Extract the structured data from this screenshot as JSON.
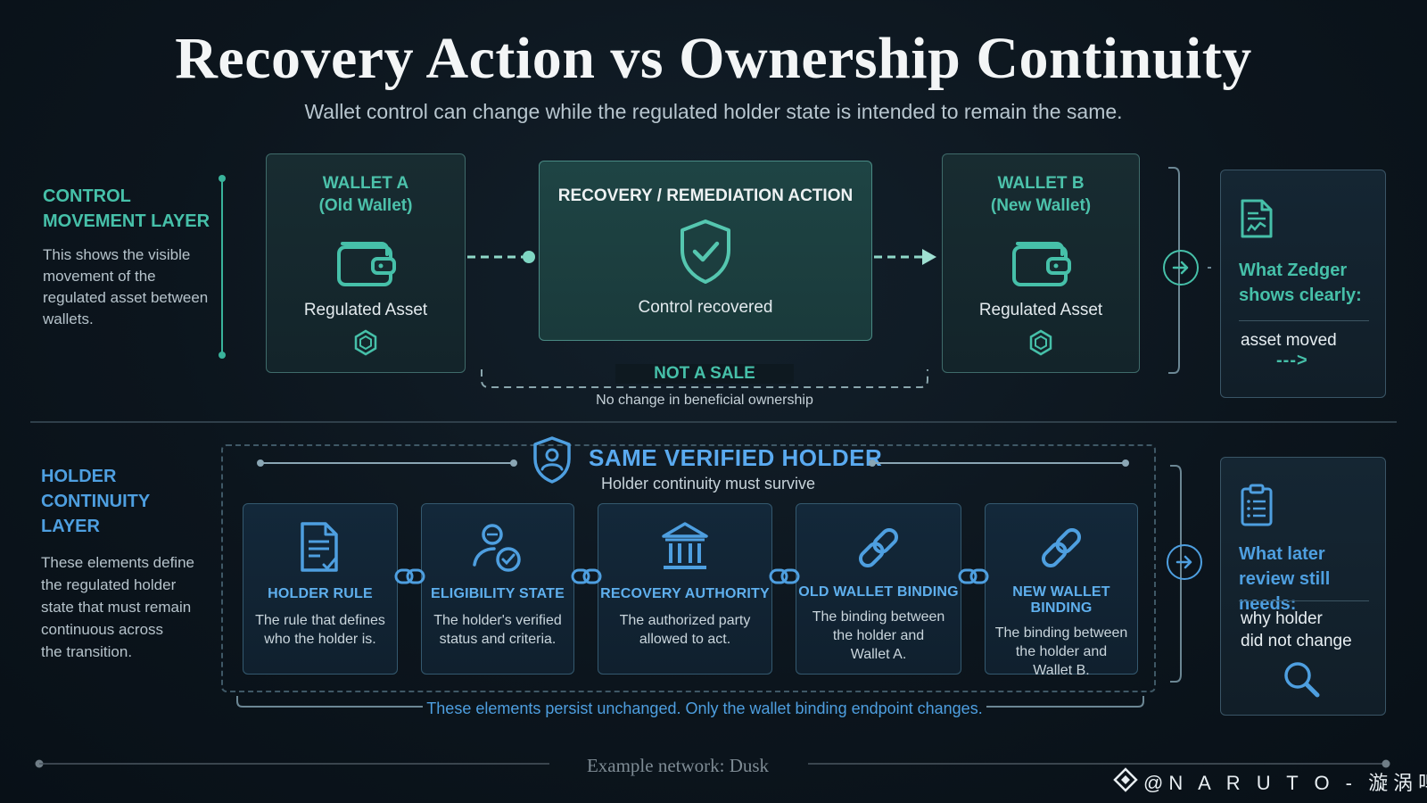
{
  "header": {
    "title": "Recovery Action vs Ownership Continuity",
    "subtitle": "Wallet control can change while the regulated holder state is intended to remain the same."
  },
  "control_layer": {
    "title_line1": "CONTROL",
    "title_line2": "MOVEMENT LAYER",
    "desc_lines": [
      "This shows the visible",
      "movement of the",
      "regulated asset between",
      "wallets."
    ]
  },
  "wallet_a": {
    "title_line1": "WALLET A",
    "title_line2": "(Old Wallet)",
    "label": "Regulated Asset"
  },
  "recovery": {
    "title": "RECOVERY / REMEDIATION ACTION",
    "label": "Control recovered"
  },
  "wallet_b": {
    "title_line1": "WALLET B",
    "title_line2": "(New Wallet)",
    "label": "Regulated Asset"
  },
  "not_sale": {
    "title": "NOT A SALE",
    "subtitle": "No change in beneficial ownership"
  },
  "zedger_panel": {
    "head_line1": "What Zedger",
    "head_line2": "shows clearly:",
    "text": "asset moved",
    "arrow": "--->"
  },
  "holder_layer": {
    "title_line1": "HOLDER CONTINUITY",
    "title_line2": "LAYER",
    "desc_lines": [
      "These elements define",
      "the regulated holder",
      "state that must remain",
      "continuous across",
      "the transition."
    ]
  },
  "verified": {
    "title": "SAME VERIFIED HOLDER",
    "subtitle": "Holder continuity must survive"
  },
  "holder_cards": [
    {
      "title": "HOLDER RULE",
      "desc_lines": [
        "The rule that defines",
        "who the holder is."
      ]
    },
    {
      "title": "ELIGIBILITY STATE",
      "desc_lines": [
        "The holder's verified",
        "status and criteria."
      ]
    },
    {
      "title": "RECOVERY AUTHORITY",
      "desc_lines": [
        "The authorized party",
        "allowed to act."
      ]
    },
    {
      "title": "OLD WALLET BINDING",
      "desc_lines": [
        "The binding between",
        "the holder and",
        "Wallet A."
      ]
    },
    {
      "title": "NEW WALLET BINDING",
      "desc_lines": [
        "The binding between",
        "the holder and",
        "Wallet B."
      ]
    }
  ],
  "persist_note": "These elements persist unchanged. Only the wallet binding endpoint changes.",
  "review_panel": {
    "head_line1": "What later",
    "head_line2": "review still needs:",
    "text_line1": "why holder",
    "text_line2": "did not change"
  },
  "footer": {
    "network": "Example network: Dusk",
    "watermark": "@N A R U T O - 漩涡鸣人"
  },
  "colors": {
    "teal": "#46c0a9",
    "blue": "#4e9fe0",
    "background": "#0c151d"
  }
}
